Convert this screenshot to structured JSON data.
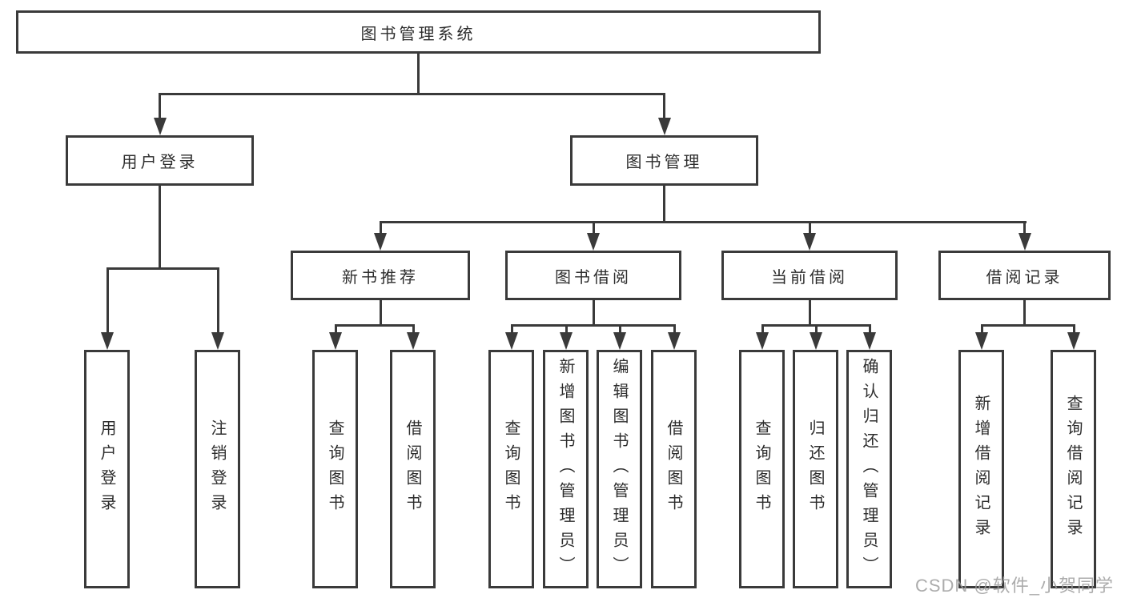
{
  "diagram": {
    "type": "hierarchy-tree",
    "title": "图书管理系统",
    "colors": {
      "background": "#ffffff",
      "line": "#3a3a3a",
      "box_border": "#3a3a3a",
      "text": "#2d2d2d",
      "watermark": "#9e9e9e"
    },
    "hierarchy": {
      "图书管理系统": {
        "用户登录": [
          "用户登录",
          "注销登录"
        ],
        "图书管理": {
          "新书推荐": [
            "查询图书",
            "借阅图书"
          ],
          "图书借阅": [
            "查询图书",
            "新增图书（管理员）",
            "编辑图书（管理员）",
            "借阅图书"
          ],
          "当前借阅": [
            "查询图书",
            "归还图书",
            "确认归还（管理员）"
          ],
          "借阅记录": [
            "新增借阅记录",
            "查询借阅记录"
          ]
        }
      }
    }
  },
  "nodes": {
    "root": "图书管理系统",
    "userLogin": "用户登录",
    "bookMgmt": "图书管理",
    "newBookRec": "新书推荐",
    "bookBorrow": "图书借阅",
    "currentBorrow": "当前借阅",
    "borrowRecord": "借阅记录",
    "leafLogin": "用户登录",
    "leafLogout": "注销登录",
    "recQueryBook": "查询图书",
    "recBorrowBook": "借阅图书",
    "bbQueryBook": "查询图书",
    "bbAddBook": "新增图书（管理员）",
    "bbEditBook": "编辑图书（管理员）",
    "bbBorrowBook": "借阅图书",
    "cbQueryBook": "查询图书",
    "cbReturnBook": "归还图书",
    "cbConfirmReturn": "确认归还（管理员）",
    "brAddRecord": "新增借阅记录",
    "brQueryRecord": "查询借阅记录"
  },
  "watermark": {
    "text": "CSDN @软件_小贺同学"
  }
}
